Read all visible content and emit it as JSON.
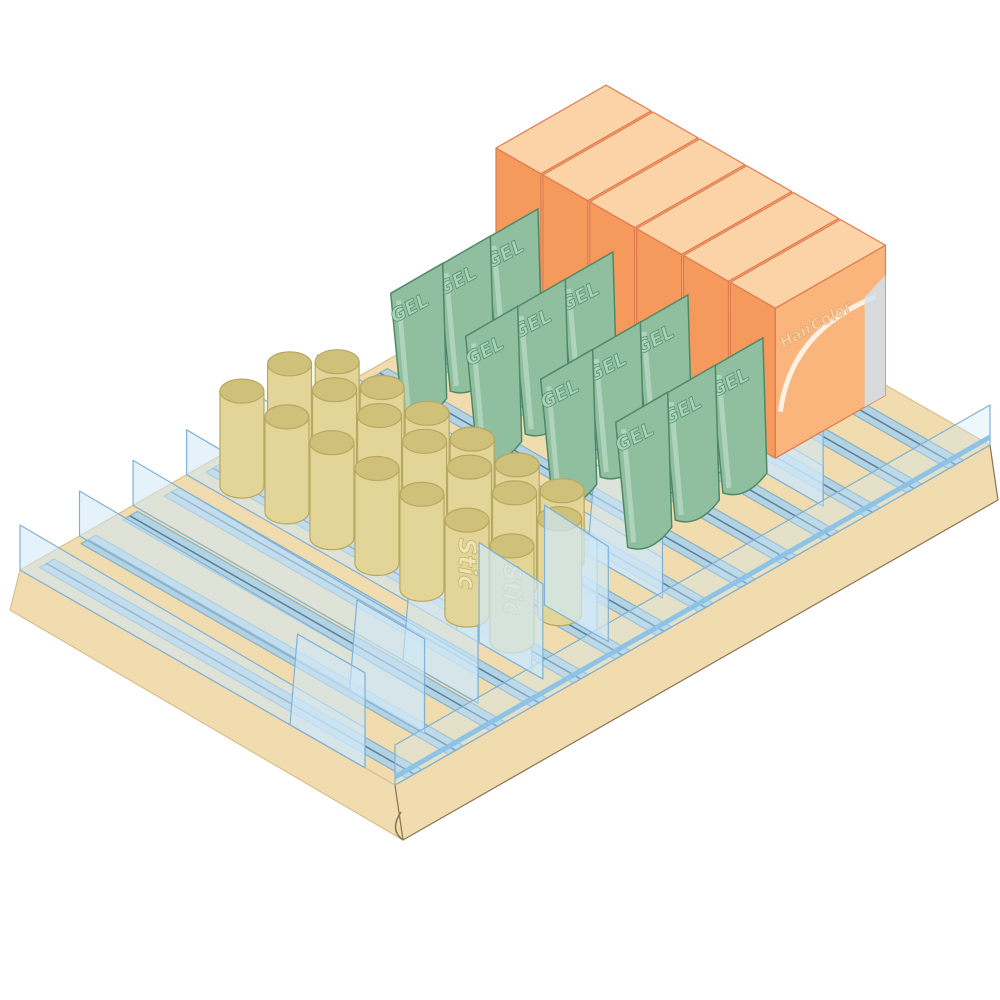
{
  "illustration": {
    "subject": "shelf-pusher-system",
    "products": {
      "gel_label": "GEL",
      "box_label": "HairColor",
      "stick_label": "Stic"
    },
    "colors": {
      "shelf_tan": "#f1dcaf",
      "shelf_edge": "#d9bf8a",
      "rail_blue": "#a8d2ee",
      "glass": "#cfe8f6",
      "glass_stroke": "#7fb2d6",
      "box_orange": "#f9b57c",
      "box_top": "#fbd3a6",
      "box_side": "#f59a5c",
      "gel_green": "#8fbf9f",
      "gel_dark": "#4f8a68",
      "stick_tan": "#e3d597",
      "stick_dark": "#b8a860"
    }
  }
}
